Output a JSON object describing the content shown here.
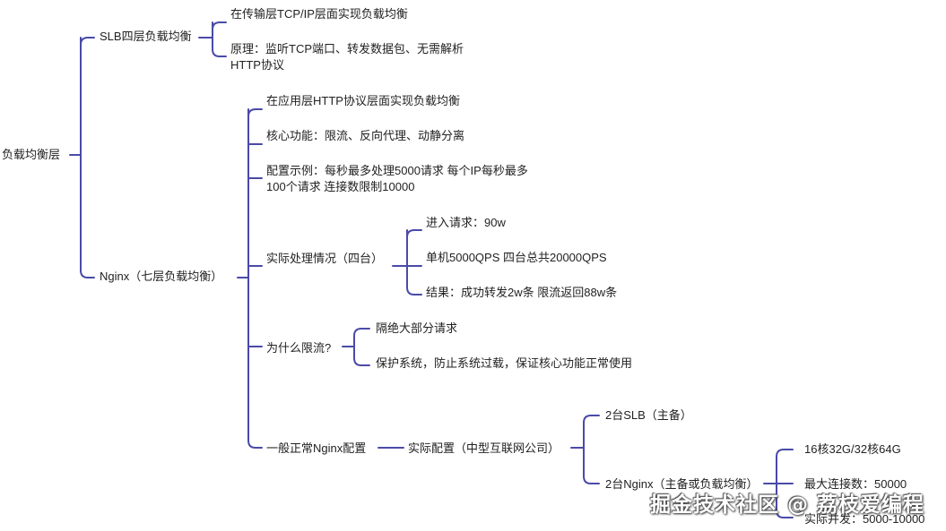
{
  "mindmap": {
    "root": "负载均衡层",
    "slb": {
      "label": "SLB四层负载均衡",
      "children": [
        "在传输层TCP/IP层面实现负载均衡",
        "原理：监听TCP端口、转发数据包、无需解析HTTP协议"
      ]
    },
    "nginx": {
      "label": "Nginx（七层负载均衡）",
      "layer": "在应用层HTTP协议层面实现负载均衡",
      "core": "核心功能：限流、反向代理、动静分离",
      "config_example": "配置示例：每秒最多处理5000请求 每个IP每秒最多100个请求 连接数限制10000",
      "actual": {
        "label": "实际处理情况（四台）",
        "children": [
          "进入请求：90w",
          "单机5000QPS 四台总共20000QPS",
          "结果：成功转发2w条 限流返回88w条"
        ]
      },
      "why": {
        "label": "为什么限流?",
        "children": [
          "隔绝大部分请求",
          "保护系统，防止系统过载，保证核心功能正常使用"
        ]
      },
      "normal": {
        "label": "一般正常Nginx配置",
        "config": {
          "label": "实际配置（中型互联网公司）",
          "slb2": "2台SLB（主备）",
          "nginx2": {
            "label": "2台Nginx（主备或负载均衡）",
            "children": [
              "16核32G/32核64G",
              "最大连接数：50000",
              "实际并发：5000-10000"
            ]
          }
        }
      }
    }
  },
  "watermark": "掘金技术社区 @ 荔枝爱编程",
  "colors": {
    "line": "#4a4aa8",
    "text": "#222222",
    "background": "#ffffff"
  }
}
